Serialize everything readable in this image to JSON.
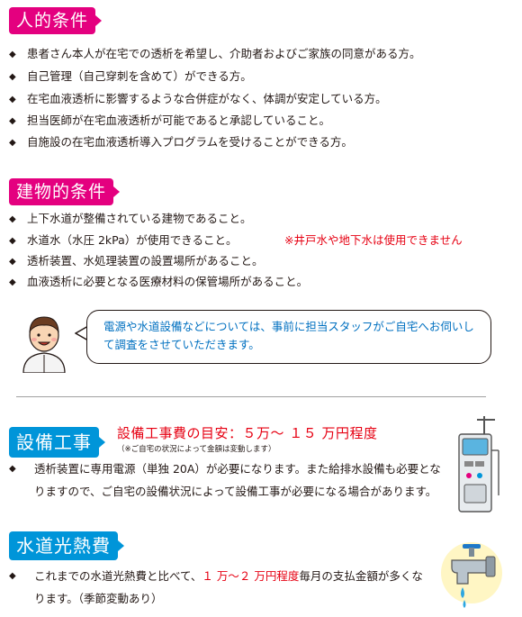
{
  "sections": {
    "personal": {
      "title": "人的条件",
      "items": [
        "患者さん本人が在宅での透析を希望し、介助者およびご家族の同意がある方。",
        "自己管理（自己穿刺を含めて）ができる方。",
        "在宅血液透析に影響するような合併症がなく、体調が安定している方。",
        "担当医師が在宅血液透析が可能であると承認していること。",
        "自施設の在宅血液透析導入プログラムを受けることができる方。"
      ]
    },
    "building": {
      "title": "建物的条件",
      "items": [
        "上下水道が整備されている建物であること。",
        "水道水（水圧 2kPa）が使用できること。",
        "透析装置、水処理装置の設置場所があること。",
        "血液透析に必要となる医療材料の保管場所があること。"
      ],
      "note": "※井戸水や地下水は使用できません"
    },
    "bubble": {
      "text": "電源や水道設備などについては、事前に担当スタッフがご自宅へお伺いして調査をさせていただきます。"
    },
    "equipment": {
      "title": "設備工事",
      "cost_heading": "設備工事費の目安：５万～ １５ 万円程度",
      "cost_note": "（※ご自宅の状況によって金額は変動します）",
      "text": "透析装置に専用電源（単独 20A）が必要になります。また給排水設備も必要となりますので、ご自宅の設備状況によって設備工事が必要になる場合があります。"
    },
    "utility": {
      "title": "水道光熱費",
      "text_before": "これまでの水道光熱費と比べて、",
      "text_highlight": "１ 万～２ 万円程度",
      "text_after": "毎月の支払金額が多くなります。（季節変動あり）"
    }
  },
  "bullet": "◆",
  "icons": {
    "doctor": "doctor-illustration-icon",
    "machine": "dialysis-machine-icon",
    "faucet": "water-faucet-icon"
  },
  "colors": {
    "pink": "#e4007f",
    "blue": "#0095d9",
    "red": "#e60012",
    "bubble_text": "#0070c0"
  }
}
